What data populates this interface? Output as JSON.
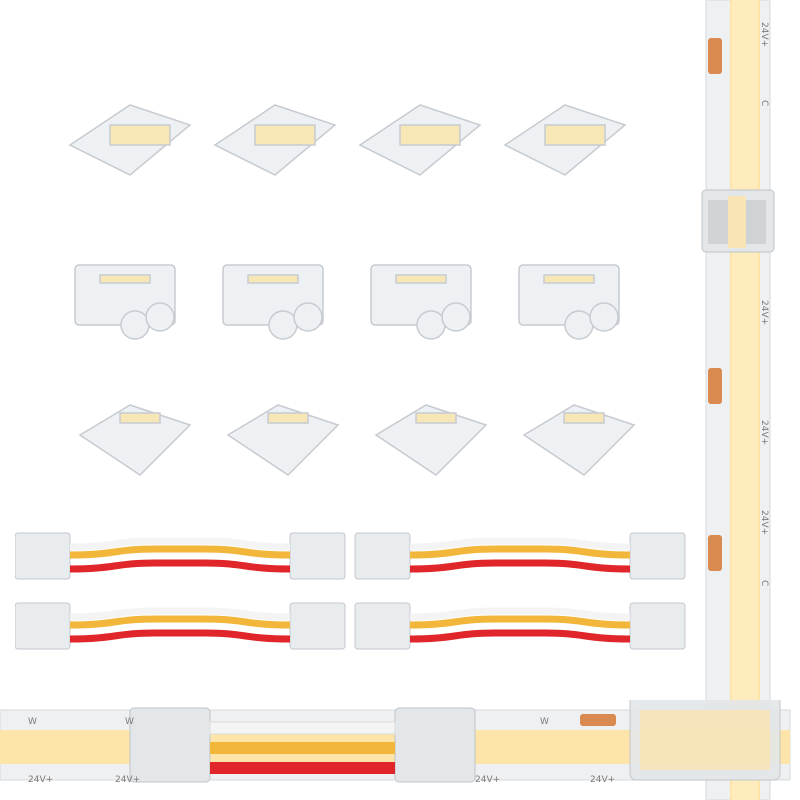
{
  "image": {
    "subject": "COB LED strip connectors and jumper cables product photo",
    "colors": {
      "background": "#ffffff",
      "strip_base": "#f1f2f4",
      "cob_phosphor": "#fde4a8",
      "copper_pad": "#d98a4e",
      "wire_yellow": "#f2b73a",
      "wire_red": "#e0262a",
      "wire_white": "#f4f4f4",
      "clear_plastic": "#e9ecef"
    }
  },
  "strip_markings": {
    "voltage": "24V+",
    "cool_pad": "C",
    "warm_pad": "W"
  },
  "connector_rows": [
    {
      "row": "solder-free-l-clips",
      "count": 4
    },
    {
      "row": "strip-to-wire-clips",
      "count": 4
    },
    {
      "row": "straight-strip-clips",
      "count": 4
    }
  ],
  "jumper_cables": {
    "count": 4,
    "wires": [
      "white",
      "yellow",
      "red"
    ]
  }
}
